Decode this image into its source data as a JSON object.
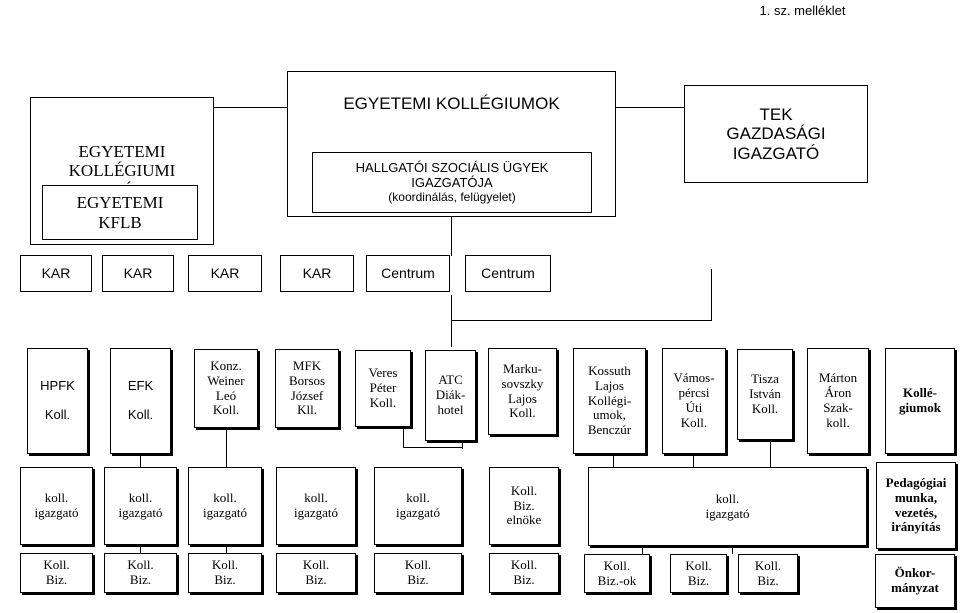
{
  "annex": "1. sz. melléklet",
  "top": {
    "council": "EGYETEMI\nKOLLÉGIUMI\nTANÁCS",
    "kflb": "EGYETEMI\nKFLB",
    "colleges_title": "EGYETEMI KOLLÉGIUMOK",
    "director_title": "HALLGATÓI SZOCIÁLIS ÜGYEK\nIGAZGATÓJA",
    "director_note": "(koordinálás, felügyelet)",
    "tek": "TEK\nGAZDASÁGI\nIGAZGATÓ"
  },
  "units": [
    "KAR",
    "KAR",
    "KAR",
    "KAR",
    "Centrum",
    "Centrum"
  ],
  "colleges": [
    "HPFK\n\nKoll.",
    "EFK\n\nKoll.",
    "Konz.\nWeiner\nLeó\nKoll.",
    "MFK\nBorsos\nJózsef\nKll.",
    "Veres\nPéter\nKoll.",
    "ATC\nDiák-\nhotel",
    "Marku-\nsovszky\nLajos\nKoll.",
    "Kossuth\nLajos\nKollégi-\numok,\nBenczúr",
    "Vámos-\npércsi\nÚti\nKoll.",
    "Tisza\nIstván\nKoll.",
    "Márton\nÁron\nSzak-\nkoll.",
    "Kollé-\ngiumok"
  ],
  "leaders": [
    "koll.\nigazgató",
    "koll.\nigazgató",
    "koll.\nigazgató",
    "koll.\nigazgató",
    "koll.\nigazgató",
    "Koll.\nBiz.\nelnöke",
    "koll.\nigazgató",
    "Pedagógiai\nmunka,\nvezetés,\nirányítás"
  ],
  "committees": [
    "Koll.\nBiz.",
    "Koll.\nBiz.",
    "Koll.\nBiz.",
    "Koll.\nBiz.",
    "Koll.\nBiz.",
    "Koll.\nBiz.",
    "Koll.\nBiz.-ok",
    "Koll.\nBiz.",
    "Koll.\nBiz.",
    "Önkor-\nmányzat"
  ]
}
